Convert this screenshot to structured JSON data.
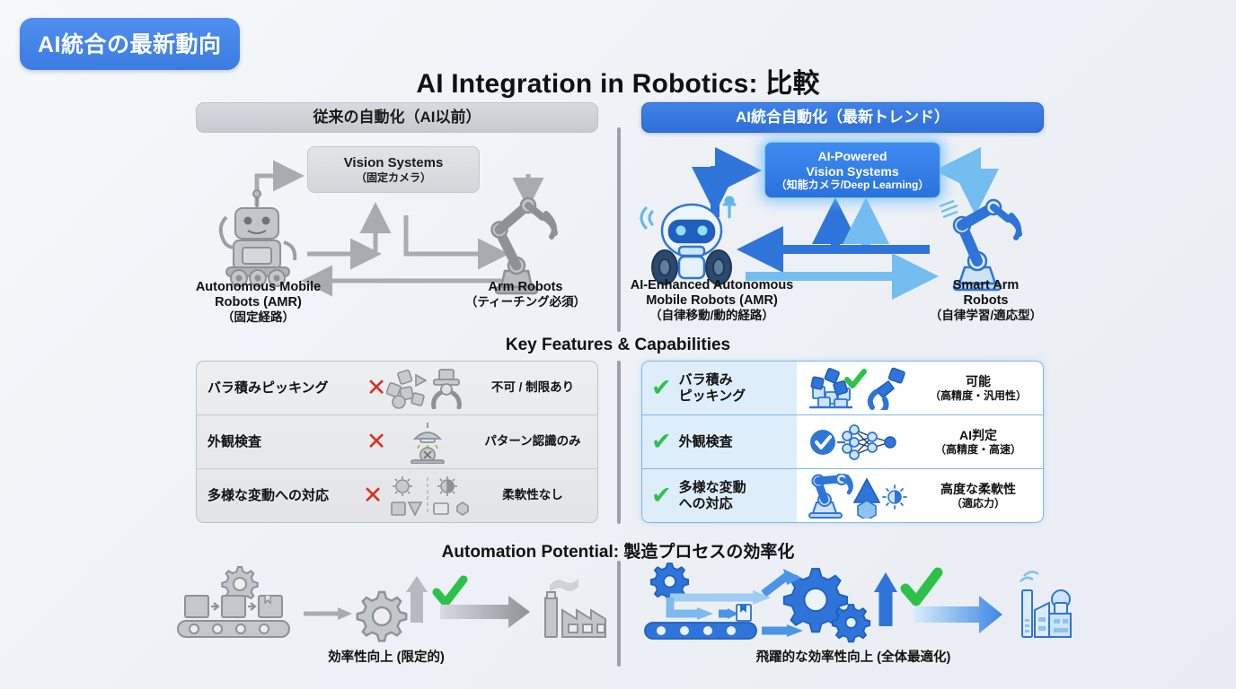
{
  "badge": {
    "label": "AI統合の最新動向",
    "color": "#3c7ce0"
  },
  "title": "AI Integration in Robotics: 比較",
  "panels": {
    "left_header": "従来の自動化（AI以前）",
    "right_header": "AI統合自動化（最新トレンド）"
  },
  "flow_left": {
    "center_title": "Vision Systems",
    "center_sub": "（固定カメラ）",
    "node_left_l1": "Autonomous Mobile",
    "node_left_l2": "Robots (AMR)",
    "node_left_l3": "（固定経路）",
    "node_right_l1": "Arm Robots",
    "node_right_l2": "（ティーチング必須）"
  },
  "flow_right": {
    "center_title_l1": "AI-Powered",
    "center_title_l2": "Vision Systems",
    "center_sub": "（知能カメラ/Deep Learning）",
    "node_left_l1": "AI-Enhanced Autonomous",
    "node_left_l2": "Mobile Robots (AMR)",
    "node_left_l3": "（自律移動/動的経路）",
    "node_right_l1": "Smart Arm",
    "node_right_l2": "Robots",
    "node_right_l3": "（自律学習/適応型）"
  },
  "sections": {
    "features": "Key Features & Capabilities",
    "automation": "Automation Potential: 製造プロセスの効率化"
  },
  "features_left": {
    "mark": "✕",
    "mark_color": "#d93025",
    "rows": [
      {
        "name": "バラ積みピッキング",
        "icon": "scattered-parts-gripper-icon",
        "verdict": "不可 / 制限あり",
        "verdict_sub": ""
      },
      {
        "name": "外観検査",
        "icon": "inspection-lamp-icon",
        "verdict": "パターン認識のみ",
        "verdict_sub": ""
      },
      {
        "name": "多様な変動への対応",
        "icon": "lighting-shapes-icon",
        "verdict": "柔軟性なし",
        "verdict_sub": ""
      }
    ]
  },
  "features_right": {
    "mark": "✔",
    "mark_color": "#2ec14a",
    "rows": [
      {
        "name_l1": "バラ積み",
        "name_l2": "ピッキング",
        "icon": "bin-picking-ai-icon",
        "verdict": "可能",
        "verdict_sub": "（高精度・汎用性）"
      },
      {
        "name_l1": "外観検査",
        "name_l2": "",
        "icon": "neural-network-check-icon",
        "verdict": "AI判定",
        "verdict_sub": "（高精度・高速）"
      },
      {
        "name_l1": "多様な変動",
        "name_l2": "への対応",
        "icon": "adaptive-arm-shapes-icon",
        "verdict": "高度な柔軟性",
        "verdict_sub": "（適応力）"
      }
    ]
  },
  "automation": {
    "left_caption": "効率性向上 (限定的)",
    "right_caption": "飛躍的な効率性向上 (全体最適化)"
  },
  "colors": {
    "accent_blue": "#3c7ce0",
    "light_blue": "#74b8f0",
    "grey": "#9aa1aa",
    "green": "#2ec14a",
    "red": "#d93025",
    "row_tint": "#ddeefa"
  }
}
